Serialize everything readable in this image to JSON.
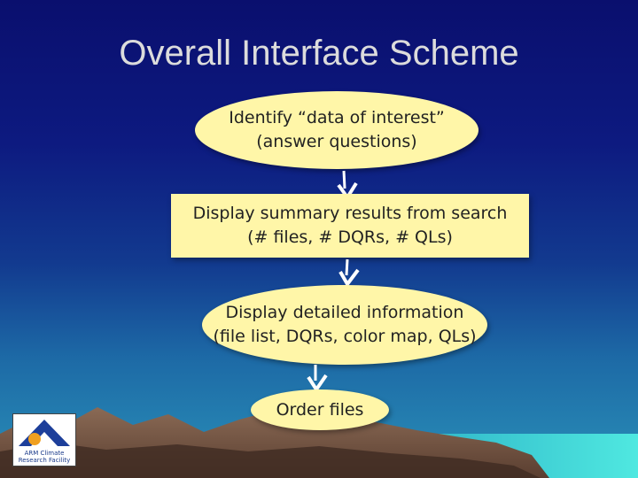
{
  "title": "Overall Interface Scheme",
  "steps": [
    {
      "line1": "Identify “data of interest”",
      "line2": "(answer questions)"
    },
    {
      "line1": "Display summary results from search",
      "line2": "(# files, # DQRs, # QLs)"
    },
    {
      "line1": "Display detailed information",
      "line2": "(file list, DQRs, color map, QLs)"
    },
    {
      "line1": "Order files",
      "line2": ""
    }
  ],
  "logo": {
    "line1": "ARM Climate",
    "line2": "Research Facility"
  },
  "colors": {
    "node_fill": "#fff6a8",
    "title_text": "#dcdcdc",
    "arrow": "#ffffff"
  }
}
